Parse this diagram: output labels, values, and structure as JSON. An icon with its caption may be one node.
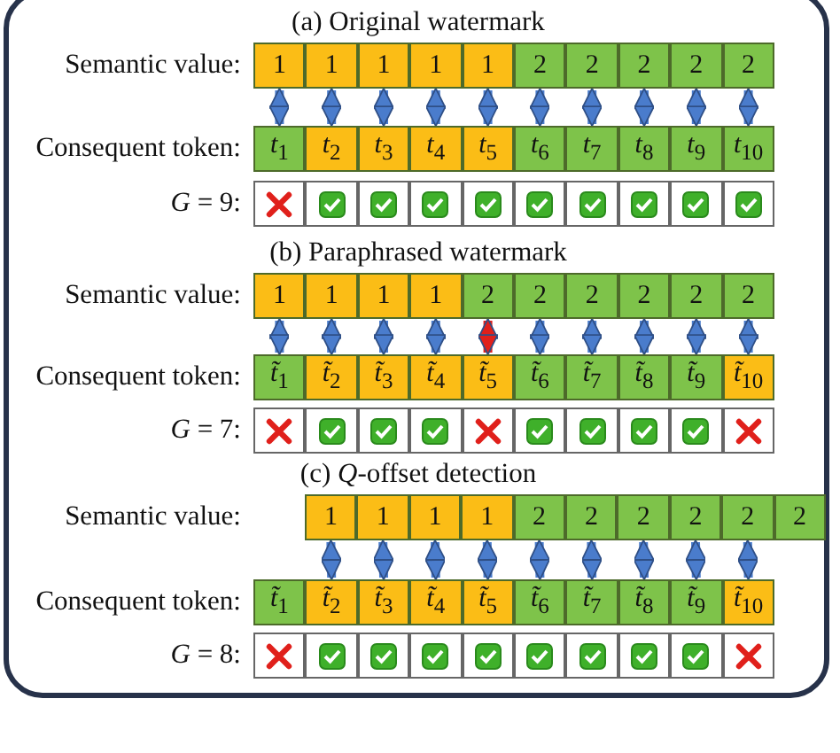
{
  "diagram": {
    "nodes": [
      {
        "text": [
          "1"
        ]
      },
      {
        "text": [
          "1"
        ]
      },
      {
        "text": [
          "1"
        ]
      },
      {
        "text": [
          "1"
        ]
      },
      {
        "text": [
          "1"
        ]
      },
      {
        "text": [
          "2"
        ]
      },
      {
        "text": [
          "2"
        ]
      },
      {
        "text": [
          "2"
        ]
      },
      {
        "text": [
          "2"
        ]
      },
      {
        "text": [
          "2"
        ]
      },
      {
        "text": [
          "*t*$_{1}$"
        ]
      },
      {
        "text": [
          "*t*$_{2}$"
        ]
      },
      {
        "text": [
          "*t*$_{3}$"
        ]
      },
      {
        "text": [
          "*t*$_{4}$"
        ]
      },
      {
        "text": [
          "*t*$_{5}$"
        ]
      },
      {
        "text": [
          "*t*$_{6}$"
        ]
      },
      {
        "text": [
          "*t*$_{7}$"
        ]
      },
      {
        "text": [
          "*t*$_{8}$"
        ]
      },
      {
        "text": [
          "*t*$_{9}$"
        ]
      },
      {
        "text": [
          "*t*$_{10}$"
        ]
      },
      {
        "text": [],
        "shape": "cross"
      },
      {
        "text": [],
        "shape": "check"
      },
      {
        "text": [],
        "shape": "check"
      },
      {
        "text": [],
        "shape": "check"
      },
      {
        "text": [],
        "shape": "check"
      },
      {
        "text": [],
        "shape": "check"
      },
      {
        "text": [],
        "shape": "check"
      },
      {
        "text": [],
        "shape": "check"
      },
      {
        "text": [],
        "shape": "check"
      },
      {
        "text": [],
        "shape": "check"
      },
      {
        "text": [
          "1"
        ]
      },
      {
        "text": [
          "1"
        ]
      },
      {
        "text": [
          "1"
        ]
      },
      {
        "text": [
          "1"
        ]
      },
      {
        "text": [
          "2"
        ]
      },
      {
        "text": [
          "2"
        ]
      },
      {
        "text": [
          "2"
        ]
      },
      {
        "text": [
          "2"
        ]
      },
      {
        "text": [
          "2"
        ]
      },
      {
        "text": [
          "2"
        ]
      },
      {
        "text": [
          "*t̃*$_{1}$"
        ]
      },
      {
        "text": [
          "*t̃*$_{2}$"
        ]
      },
      {
        "text": [
          "*t̃*$_{3}$"
        ]
      },
      {
        "text": [
          "*t̃*$_{4}$"
        ]
      },
      {
        "text": [
          "*t̃*$_{5}$"
        ]
      },
      {
        "text": [
          "*t̃*$_{6}$"
        ]
      },
      {
        "text": [
          "*t̃*$_{7}$"
        ]
      },
      {
        "text": [
          "*t̃*$_{8}$"
        ]
      },
      {
        "text": [
          "*t̃*$_{9}$"
        ]
      },
      {
        "text": [
          "*t̃*$_{10}$"
        ]
      },
      {
        "text": [],
        "shape": "cross"
      },
      {
        "text": [],
        "shape": "check"
      },
      {
        "text": [],
        "shape": "check"
      },
      {
        "text": [],
        "shape": "check"
      },
      {
        "text": [],
        "shape": "cross"
      },
      {
        "text": [],
        "shape": "check"
      },
      {
        "text": [],
        "shape": "check"
      },
      {
        "text": [],
        "shape": "check"
      },
      {
        "text": [],
        "shape": "check"
      },
      {
        "text": [],
        "shape": "cross"
      },
      {
        "text": [
          "1"
        ]
      },
      {
        "text": [
          "1"
        ]
      },
      {
        "text": [
          "1"
        ]
      },
      {
        "text": [
          "1"
        ]
      },
      {
        "text": [
          "2"
        ]
      },
      {
        "text": [
          "2"
        ]
      },
      {
        "text": [
          "2"
        ]
      },
      {
        "text": [
          "2"
        ]
      },
      {
        "text": [
          "2"
        ]
      },
      {
        "text": [
          "2"
        ]
      },
      {
        "text": [
          "*t̃*$_{1}$"
        ]
      },
      {
        "text": [
          "*t̃*$_{2}$"
        ]
      },
      {
        "text": [
          "*t̃*$_{3}$"
        ]
      },
      {
        "text": [
          "*t̃*$_{4}$"
        ]
      },
      {
        "text": [
          "*t̃*$_{5}$"
        ]
      },
      {
        "text": [
          "*t̃*$_{6}$"
        ]
      },
      {
        "text": [
          "*t̃*$_{7}$"
        ]
      },
      {
        "text": [
          "*t̃*$_{8}$"
        ]
      },
      {
        "text": [
          "*t̃*$_{9}$"
        ]
      },
      {
        "text": [
          "*t̃*$_{10}$"
        ]
      },
      {
        "text": [],
        "shape": "cross"
      },
      {
        "text": [],
        "shape": "check"
      },
      {
        "text": [],
        "shape": "check"
      },
      {
        "text": [],
        "shape": "check"
      },
      {
        "text": [],
        "shape": "check"
      },
      {
        "text": [],
        "shape": "check"
      },
      {
        "text": [],
        "shape": "check"
      },
      {
        "text": [],
        "shape": "check"
      },
      {
        "text": [],
        "shape": "check"
      },
      {
        "text": [],
        "shape": "cross"
      }
    ],
    "edges": [
      {
        "from": 0,
        "to": 10,
        "arrow": "both"
      },
      {
        "from": 1,
        "to": 11,
        "arrow": "both"
      },
      {
        "from": 2,
        "to": 12,
        "arrow": "both"
      },
      {
        "from": 3,
        "to": 13,
        "arrow": "both"
      },
      {
        "from": 4,
        "to": 14,
        "arrow": "both"
      },
      {
        "from": 5,
        "to": 15,
        "arrow": "both"
      },
      {
        "from": 6,
        "to": 16,
        "arrow": "both"
      },
      {
        "from": 7,
        "to": 17,
        "arrow": "both"
      },
      {
        "from": 8,
        "to": 18,
        "arrow": "both"
      },
      {
        "from": 9,
        "to": 19,
        "arrow": "both"
      },
      {
        "from": 30,
        "to": 40,
        "arrow": "both"
      },
      {
        "from": 31,
        "to": 41,
        "arrow": "both"
      },
      {
        "from": 32,
        "to": 42,
        "arrow": "both"
      },
      {
        "from": 33,
        "to": 43,
        "arrow": "both"
      },
      {
        "from": 34,
        "to": 44,
        "arrow": "both",
        "color": "#e0201b"
      },
      {
        "from": 35,
        "to": 45,
        "arrow": "both"
      },
      {
        "from": 36,
        "to": 46,
        "arrow": "both"
      },
      {
        "from": 37,
        "to": 47,
        "arrow": "both"
      },
      {
        "from": 38,
        "to": 48,
        "arrow": "both"
      },
      {
        "from": 39,
        "to": 49,
        "arrow": "both"
      },
      {
        "from": 60,
        "to": 71,
        "arrow": "both"
      },
      {
        "from": 61,
        "to": 72,
        "arrow": "both"
      },
      {
        "from": 62,
        "to": 73,
        "arrow": "both"
      },
      {
        "from": 63,
        "to": 74,
        "arrow": "both"
      },
      {
        "from": 64,
        "to": 75,
        "arrow": "both"
      },
      {
        "from": 65,
        "to": 76,
        "arrow": "both"
      },
      {
        "from": 66,
        "to": 77,
        "arrow": "both"
      },
      {
        "from": 67,
        "to": 78,
        "arrow": "both"
      },
      {
        "from": 68,
        "to": 79,
        "arrow": "both"
      }
    ],
    "labels": [
      "(a) Original watermark",
      "Semantic value:",
      "Consequent token:",
      "*G* = 9:",
      "(b) Paraphrased watermark",
      "Semantic value:",
      "Consequent token:",
      "*G* = 7:",
      "(c) *Q*-offset detection",
      "Semantic value:",
      "Consequent token:",
      "*G* = 8:"
    ]
  }
}
